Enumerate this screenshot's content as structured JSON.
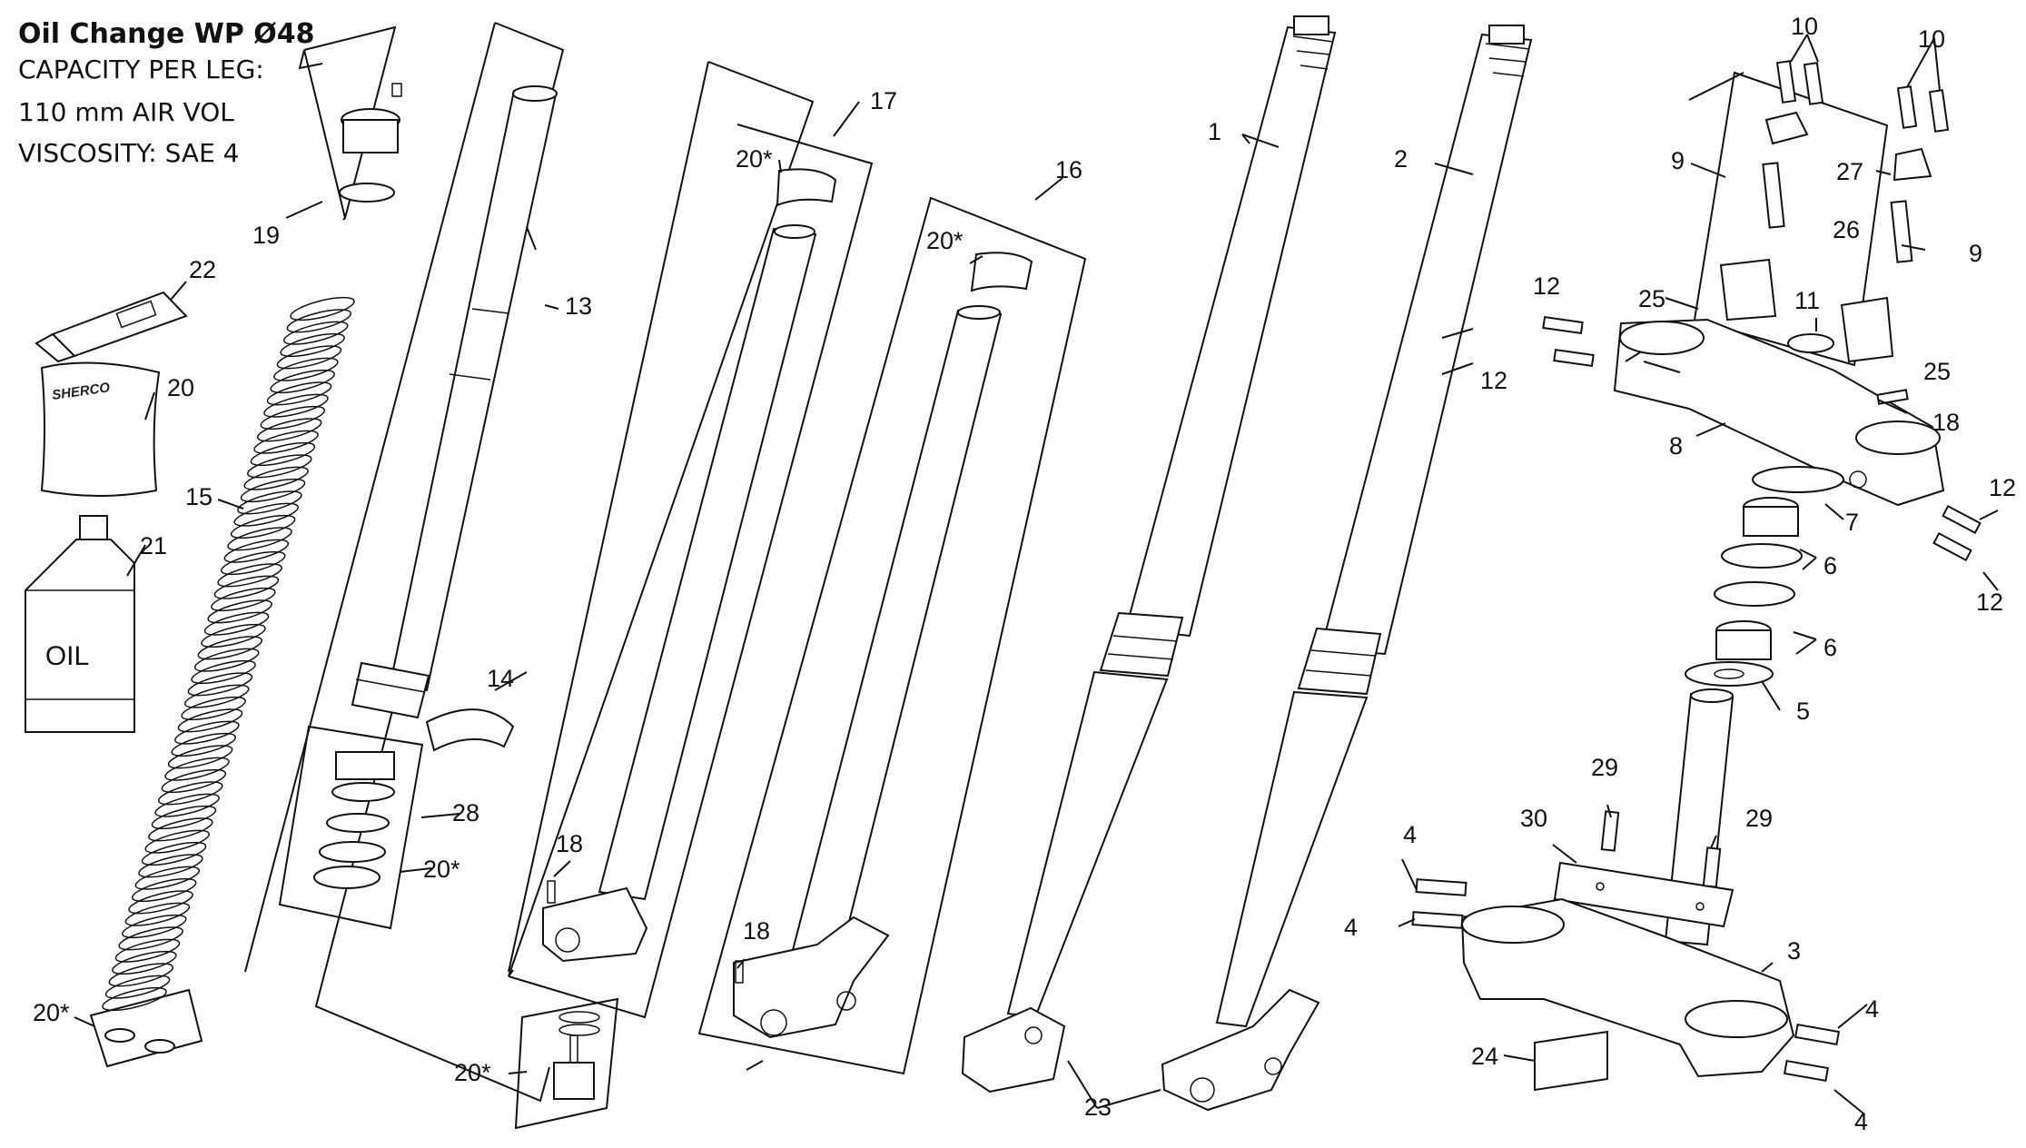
{
  "header": {
    "title": "Oil Change WP Ø48",
    "line1": "CAPACITY PER LEG:",
    "line2": "110 mm AIR VOL",
    "line3": "VISCOSITY: SAE 4"
  },
  "items": {
    "oil_text": "OIL",
    "pouch_text": "SHERCO"
  },
  "labels": {
    "p1": "1",
    "p2": "2",
    "p3": "3",
    "p4a": "4",
    "p4b": "4",
    "p4c": "4",
    "p4d": "4",
    "p5": "5",
    "p6a": "6",
    "p6b": "6",
    "p7": "7",
    "p8": "8",
    "p9a": "9",
    "p9b": "9",
    "p10a": "10",
    "p10b": "10",
    "p11": "11",
    "p12a": "12",
    "p12b": "12",
    "p12c": "12",
    "p12d": "12",
    "p13": "13",
    "p14": "14",
    "p15": "15",
    "p16": "16",
    "p17": "17",
    "p18a": "18",
    "p18b": "18",
    "p18c": "18",
    "p19": "19",
    "p20": "20",
    "p20s_a": "20*",
    "p20s_b": "20*",
    "p20s_c": "20*",
    "p20s_d": "20*",
    "p20s_e": "20*",
    "p21": "21",
    "p22": "22",
    "p23": "23",
    "p24": "24",
    "p25a": "25",
    "p25b": "25",
    "p26": "26",
    "p27": "27",
    "p28": "28",
    "p29a": "29",
    "p29b": "29",
    "p30": "30"
  }
}
